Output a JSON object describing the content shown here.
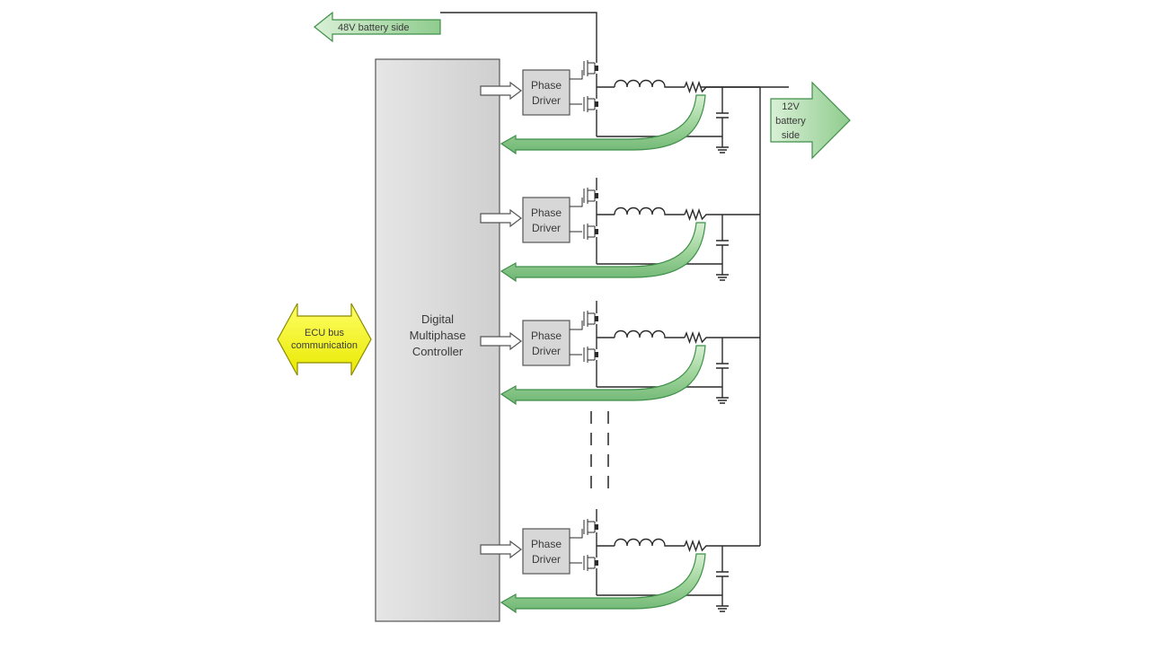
{
  "colors": {
    "controller_fill": "#dcdcdc",
    "driver_fill": "#d7d7d7",
    "green_arrow": "#a9d9a5",
    "green_arrow_stroke": "#3f8f49",
    "yellow_arrow": "#ffff00",
    "yellow_arrow_stroke": "#8a8a00",
    "wire": "#2a2a2a"
  },
  "labels": {
    "battery48": "48V battery side",
    "battery12_line1": "12V",
    "battery12_line2": "battery",
    "battery12_line3": "side",
    "ecu_line1": "ECU bus",
    "ecu_line2": "communication",
    "controller_line1": "Digital",
    "controller_line2": "Multiphase",
    "controller_line3": "Controller"
  },
  "phases": [
    {
      "driver_line1": "Phase",
      "driver_line2": "Driver"
    },
    {
      "driver_line1": "Phase",
      "driver_line2": "Driver"
    },
    {
      "driver_line1": "Phase",
      "driver_line2": "Driver"
    },
    {
      "driver_line1": "Phase",
      "driver_line2": "Driver"
    }
  ],
  "icons": {
    "mosfet": "mosfet-icon",
    "inductor": "inductor-icon",
    "resistor": "resistor-icon",
    "capacitor": "capacitor-icon",
    "ground": "ground-icon"
  }
}
